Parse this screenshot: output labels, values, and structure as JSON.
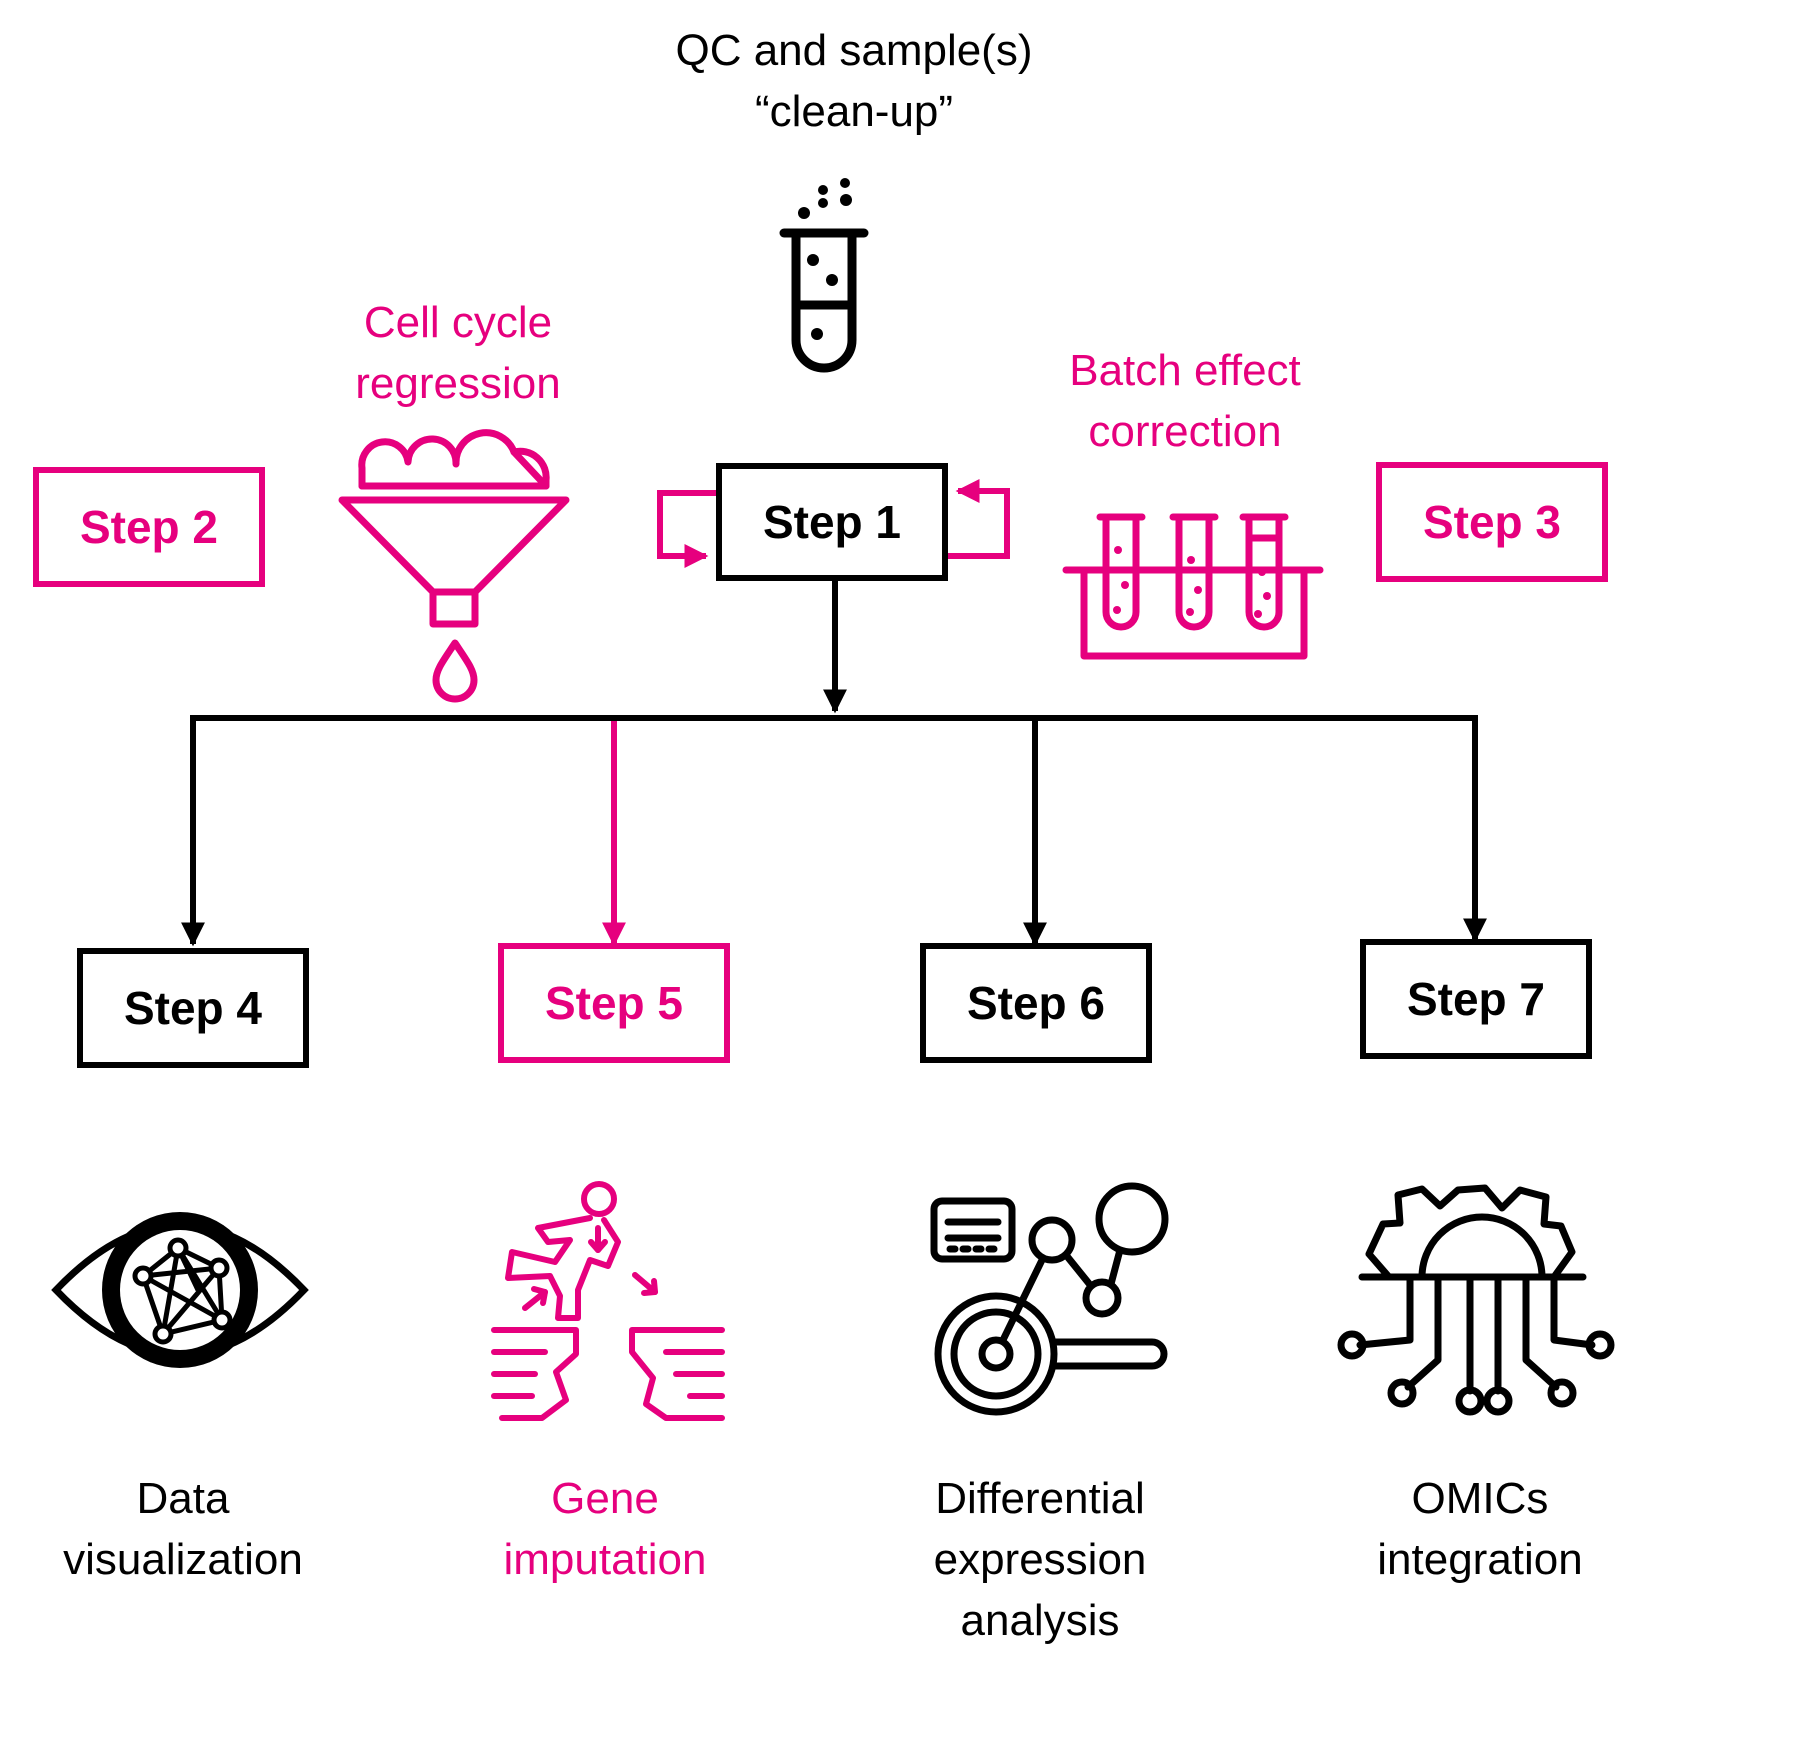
{
  "colors": {
    "primary": "#000000",
    "accent": "#e6007e"
  },
  "top_label": {
    "line1": "QC and sample(s)",
    "line2": "“clean-up”"
  },
  "cell_cycle_label": {
    "line1": "Cell cycle",
    "line2": "regression"
  },
  "batch_label": {
    "line1": "Batch effect",
    "line2": "correction"
  },
  "steps": {
    "s1": "Step 1",
    "s2": "Step 2",
    "s3": "Step 3",
    "s4": "Step 4",
    "s5": "Step 5",
    "s6": "Step 6",
    "s7": "Step 7"
  },
  "bottom_labels": {
    "data_vis": {
      "line1": "Data",
      "line2": "visualization"
    },
    "gene_imp": {
      "line1": "Gene",
      "line2": "imputation"
    },
    "diff_expr": {
      "line1": "Differential",
      "line2": "expression",
      "line3": "analysis"
    },
    "omics": {
      "line1": "OMICs",
      "line2": "integration"
    }
  },
  "icons": {
    "step1": "test-tube-icon",
    "step2": "funnel-icon",
    "step3": "test-tube-rack-icon",
    "step4": "eye-network-icon",
    "step5": "gap-jump-icon",
    "step6": "data-analysis-icon",
    "step7": "gear-circuit-icon"
  }
}
